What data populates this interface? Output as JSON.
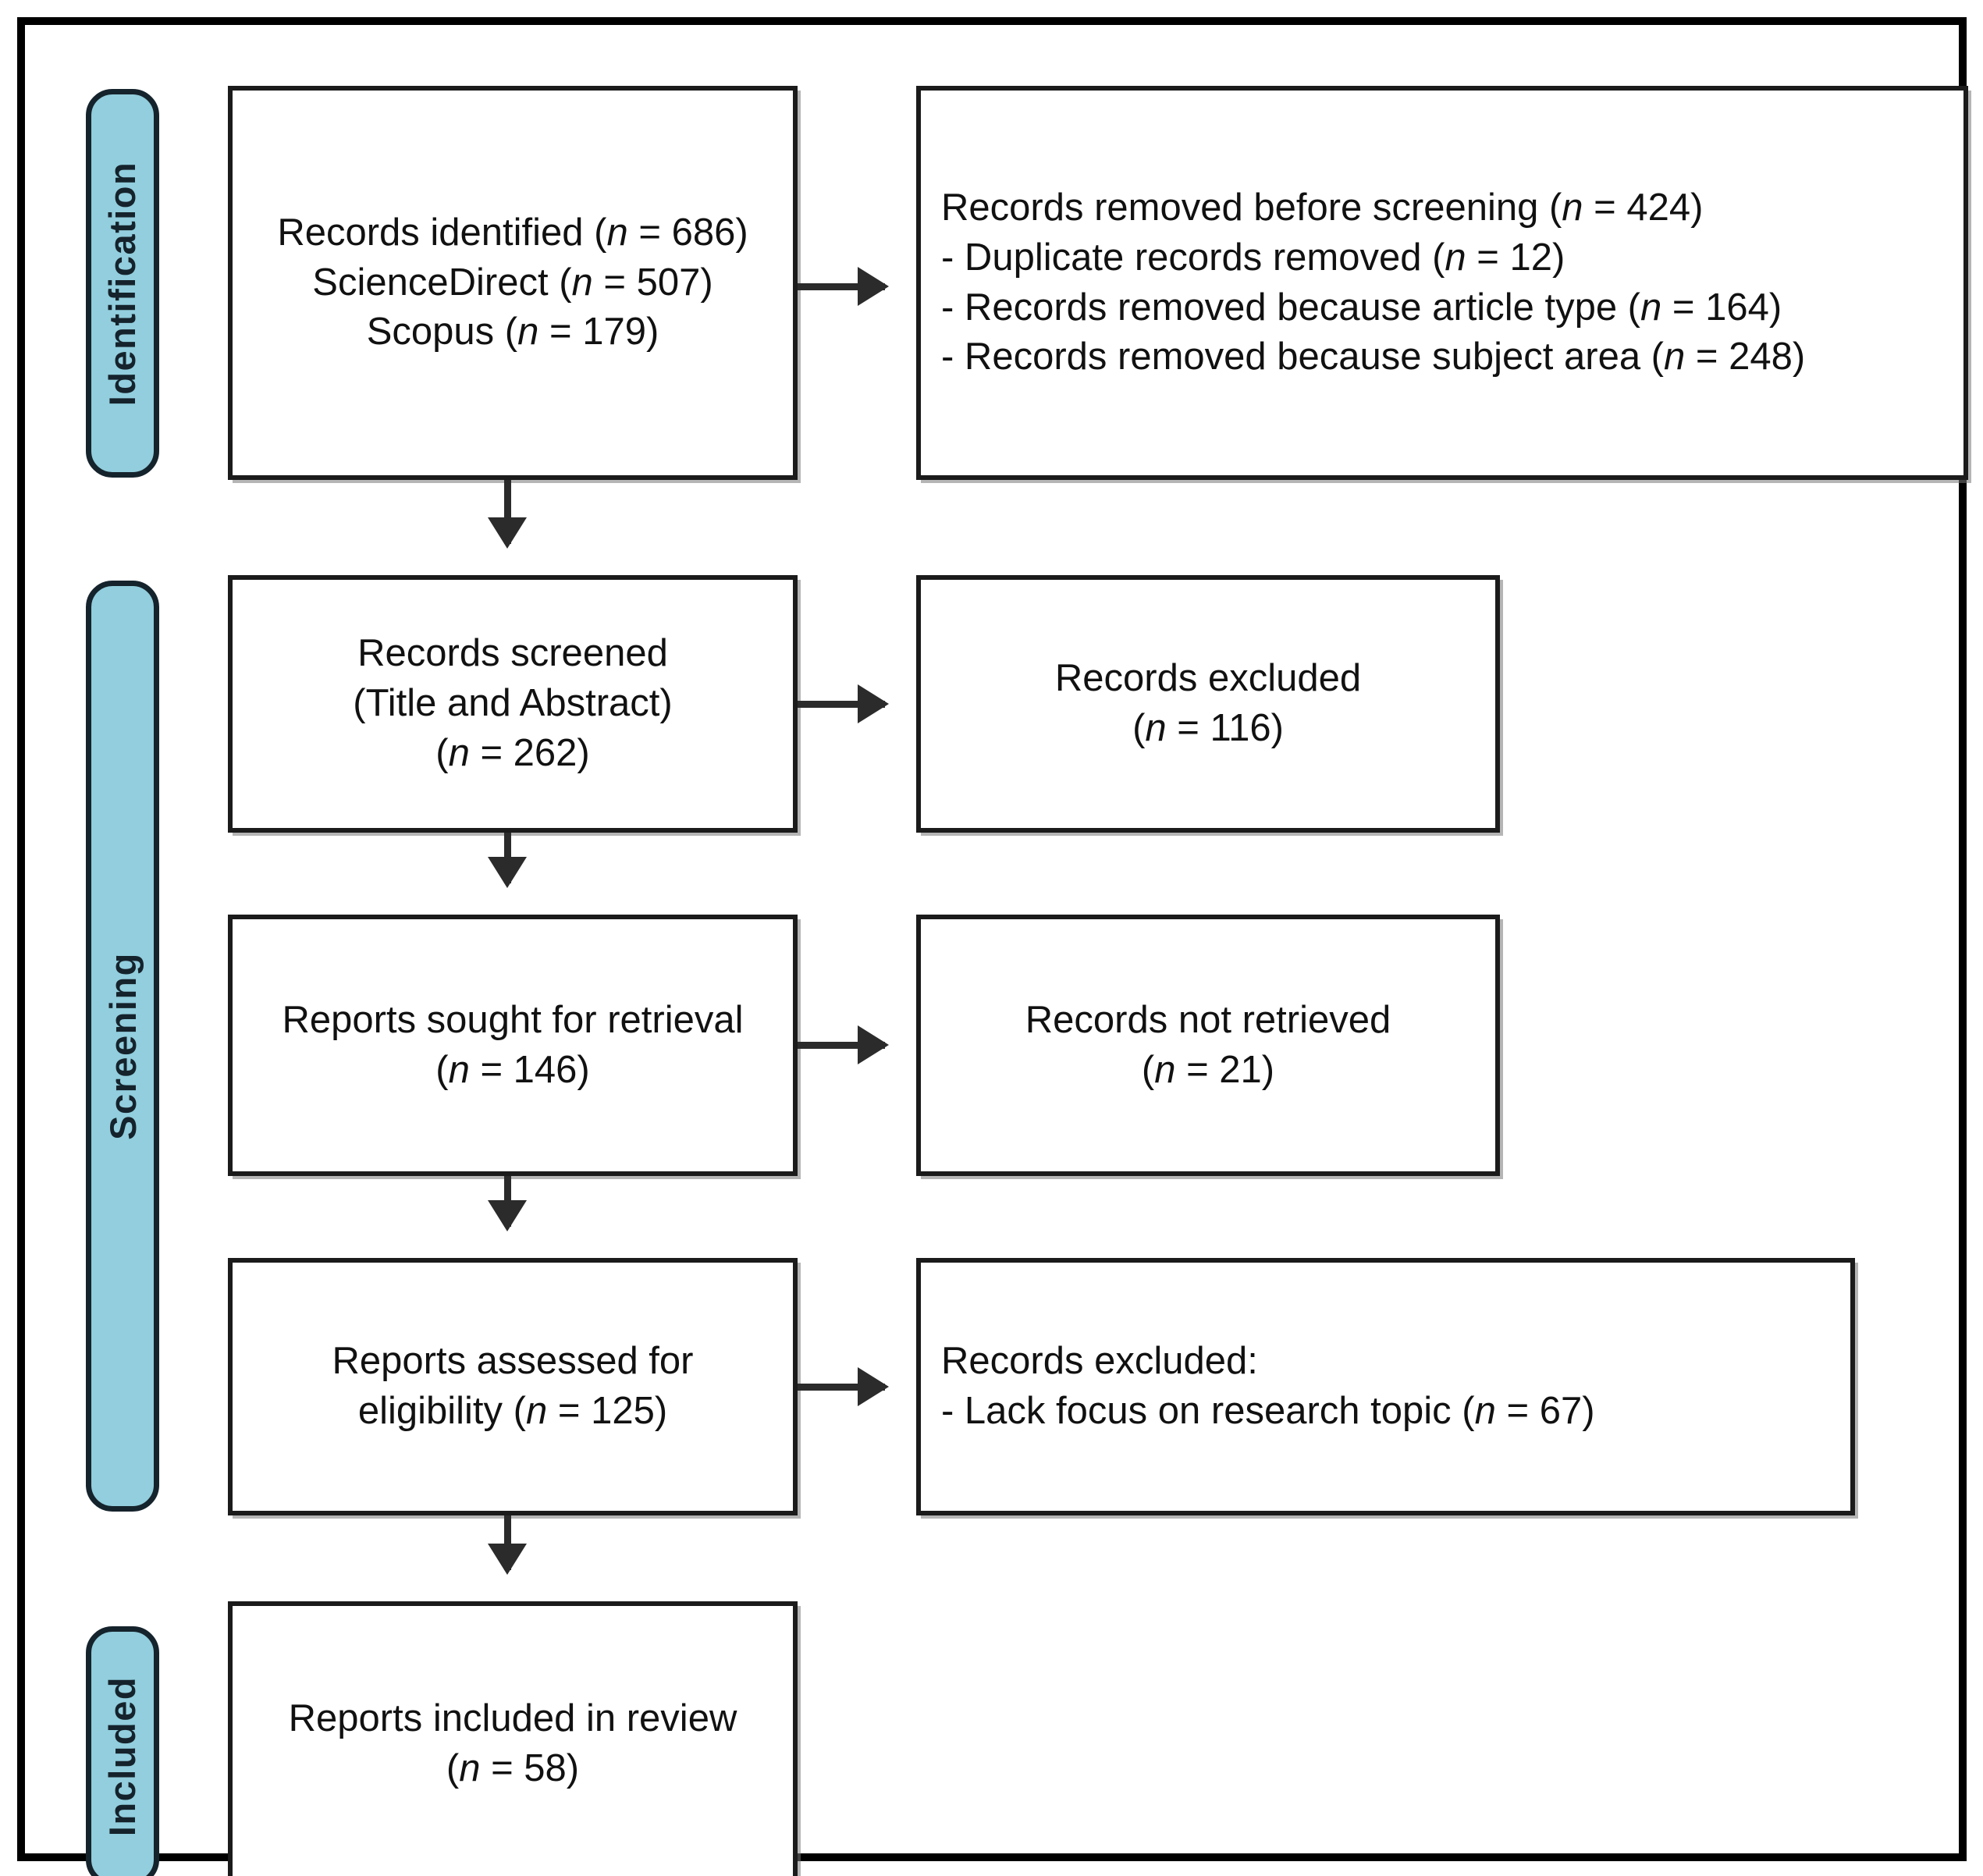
{
  "diagram": {
    "type": "prisma-flow-diagram",
    "accent_color": "#92cedd",
    "border_color": "#1b1b1b",
    "frame_color": "#000000"
  },
  "stages": [
    {
      "id": "identification",
      "label": "Identification"
    },
    {
      "id": "screening",
      "label": "Screening"
    },
    {
      "id": "included",
      "label": "Included"
    }
  ],
  "boxes": {
    "identified": {
      "lines": [
        {
          "text": "Records identified (",
          "n_var": "n",
          "n_value": " = 686)"
        },
        {
          "text": "ScienceDirect (",
          "n_var": "n",
          "n_value": " = 507)"
        },
        {
          "text": "Scopus (",
          "n_var": "n",
          "n_value": " = 179)"
        }
      ]
    },
    "removed": {
      "lines": [
        {
          "text": "Records removed before screening (",
          "n_var": "n",
          "n_value": " = 424)"
        },
        {
          "text": "- Duplicate records removed (",
          "n_var": "n",
          "n_value": " = 12)"
        },
        {
          "text": "- Records removed because article type (",
          "n_var": "n",
          "n_value": " = 164)"
        },
        {
          "text": "- Records removed because subject area (",
          "n_var": "n",
          "n_value": " = 248)"
        }
      ]
    },
    "screened": {
      "lines": [
        {
          "text": "Records screened",
          "n_var": "",
          "n_value": ""
        },
        {
          "text": "(Title and Abstract)",
          "n_var": "",
          "n_value": ""
        },
        {
          "text": "(",
          "n_var": "n",
          "n_value": " = 262)"
        }
      ]
    },
    "excluded1": {
      "lines": [
        {
          "text": "Records excluded",
          "n_var": "",
          "n_value": ""
        },
        {
          "text": "(",
          "n_var": "n",
          "n_value": " = 116)"
        }
      ]
    },
    "sought": {
      "lines": [
        {
          "text": "Reports sought for retrieval",
          "n_var": "",
          "n_value": ""
        },
        {
          "text": "(",
          "n_var": "n",
          "n_value": " = 146)"
        }
      ]
    },
    "notretrieved": {
      "lines": [
        {
          "text": "Records not retrieved",
          "n_var": "",
          "n_value": ""
        },
        {
          "text": "(",
          "n_var": "n",
          "n_value": " = 21)"
        }
      ]
    },
    "assessed": {
      "lines": [
        {
          "text": "Reports assessed for",
          "n_var": "",
          "n_value": ""
        },
        {
          "text": "eligibility (",
          "n_var": "n",
          "n_value": " = 125)"
        }
      ]
    },
    "excluded2": {
      "lines": [
        {
          "text": "Records excluded:",
          "n_var": "",
          "n_value": ""
        },
        {
          "text": "- Lack focus on research topic (",
          "n_var": "n",
          "n_value": " = 67)"
        }
      ]
    },
    "included": {
      "lines": [
        {
          "text": "Reports included in review",
          "n_var": "",
          "n_value": ""
        },
        {
          "text": "(",
          "n_var": "n",
          "n_value": " = 58)"
        }
      ]
    }
  },
  "chart_data": {
    "type": "diagram",
    "title": "PRISMA 2020 flow diagram",
    "nodes": [
      {
        "stage": "Identification",
        "label": "Records identified",
        "n": 686,
        "sources": [
          {
            "name": "ScienceDirect",
            "n": 507
          },
          {
            "name": "Scopus",
            "n": 179
          }
        ]
      },
      {
        "stage": "Identification",
        "label": "Records removed before screening",
        "n": 424,
        "reasons": [
          {
            "name": "Duplicate records removed",
            "n": 12
          },
          {
            "name": "Records removed because article type",
            "n": 164
          },
          {
            "name": "Records removed because subject area",
            "n": 248
          }
        ]
      },
      {
        "stage": "Screening",
        "label": "Records screened (Title and Abstract)",
        "n": 262
      },
      {
        "stage": "Screening",
        "label": "Records excluded",
        "n": 116
      },
      {
        "stage": "Screening",
        "label": "Reports sought for retrieval",
        "n": 146
      },
      {
        "stage": "Screening",
        "label": "Records not retrieved",
        "n": 21
      },
      {
        "stage": "Screening",
        "label": "Reports assessed for eligibility",
        "n": 125
      },
      {
        "stage": "Screening",
        "label": "Records excluded",
        "n": 67,
        "reasons": [
          {
            "name": "Lack focus on research topic",
            "n": 67
          }
        ]
      },
      {
        "stage": "Included",
        "label": "Reports included in review",
        "n": 58
      }
    ],
    "edges": [
      {
        "from": "Records identified",
        "to": "Records removed before screening"
      },
      {
        "from": "Records identified",
        "to": "Records screened"
      },
      {
        "from": "Records screened",
        "to": "Records excluded"
      },
      {
        "from": "Records screened",
        "to": "Reports sought for retrieval"
      },
      {
        "from": "Reports sought for retrieval",
        "to": "Records not retrieved"
      },
      {
        "from": "Reports sought for retrieval",
        "to": "Reports assessed for eligibility"
      },
      {
        "from": "Reports assessed for eligibility",
        "to": "Records excluded:"
      },
      {
        "from": "Reports assessed for eligibility",
        "to": "Reports included in review"
      }
    ]
  }
}
